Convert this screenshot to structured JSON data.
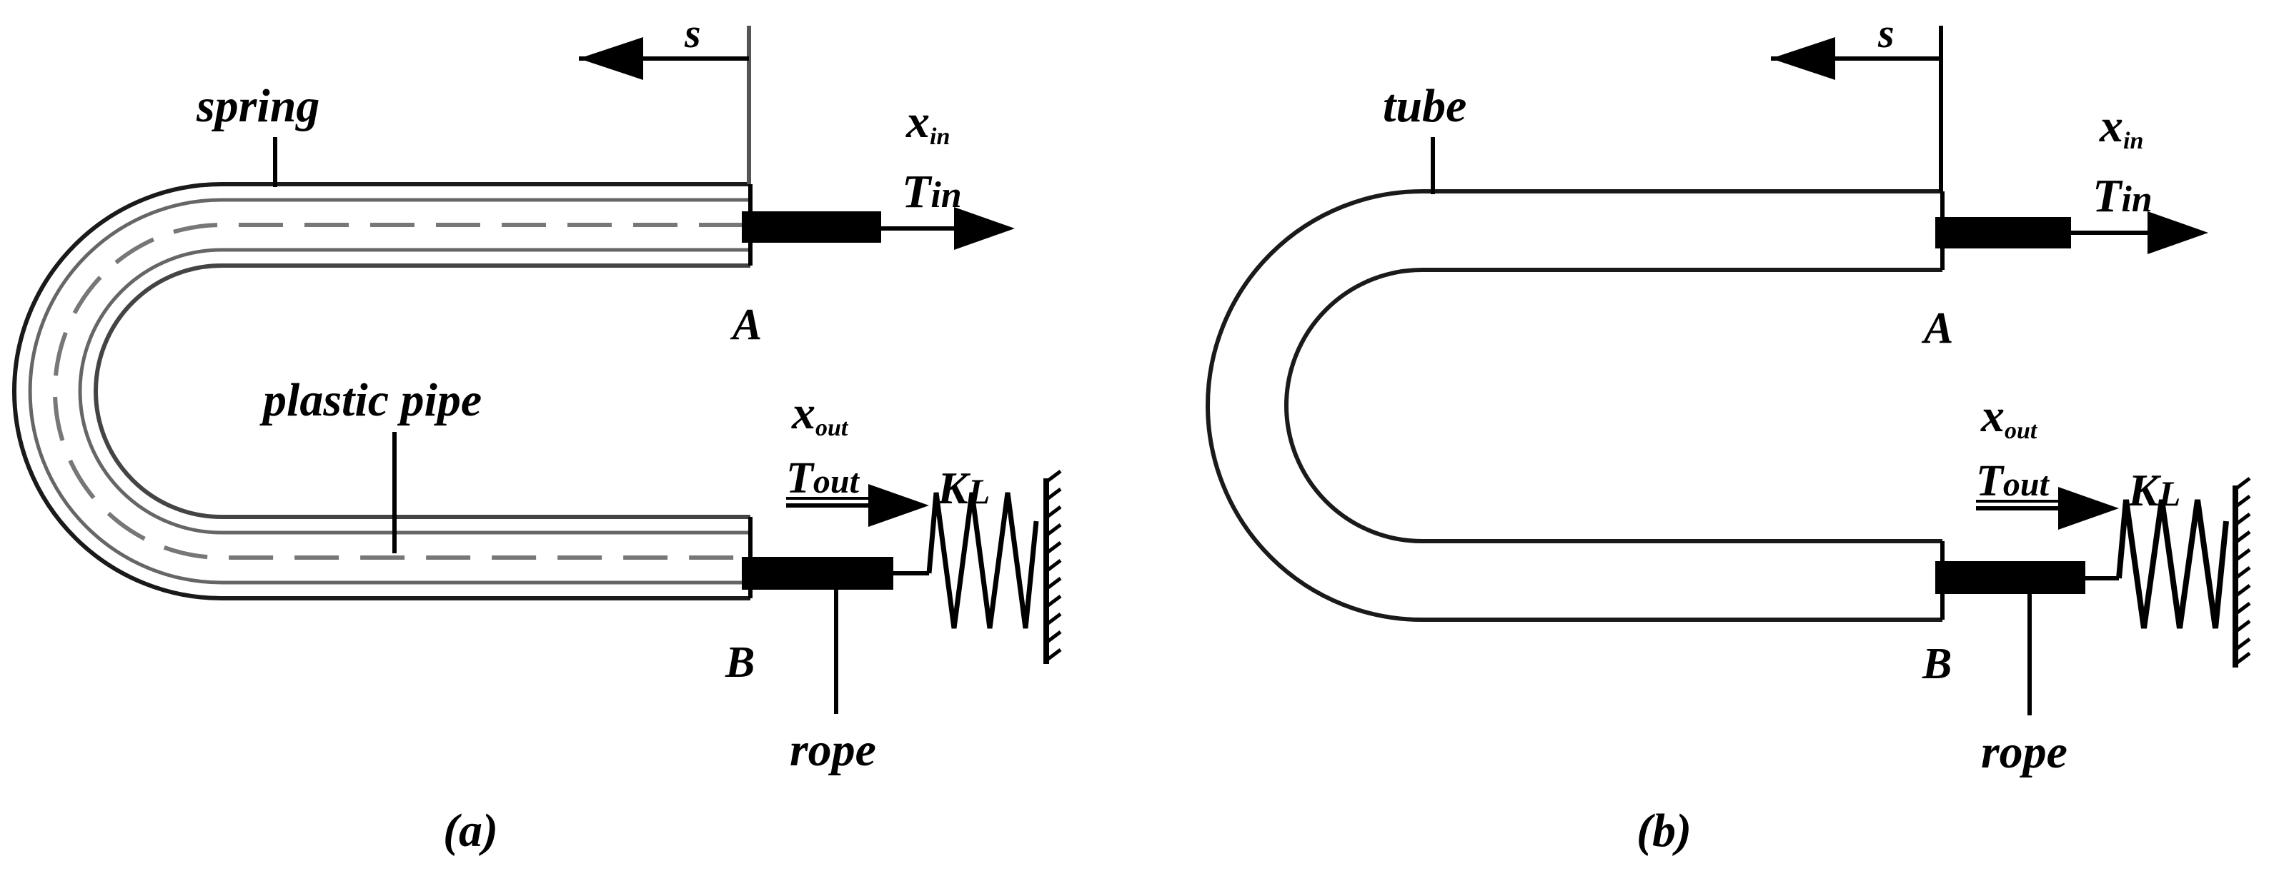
{
  "panel_a": {
    "caption": "(a)",
    "spring_label": "spring",
    "pipe_label": "plastic pipe",
    "s_label": "s",
    "xin_label": "x",
    "xin_sub": "in",
    "tin_label": "T",
    "tin_sub": "in",
    "a_label": "A",
    "b_label": "B",
    "xout_label": "x",
    "xout_sub": "out",
    "tout_label": "T",
    "tout_sub": "out",
    "kl_label": "K",
    "kl_sub": "L",
    "rope_label": "rope"
  },
  "panel_b": {
    "caption": "(b)",
    "tube_label": "tube",
    "s_label": "s",
    "xin_label": "x",
    "xin_sub": "in",
    "tin_label": "T",
    "tin_sub": "in",
    "a_label": "A",
    "b_label": "B",
    "xout_label": "x",
    "xout_sub": "out",
    "tout_label": "T",
    "tout_sub": "out",
    "kl_label": "K",
    "kl_sub": "L",
    "rope_label": "rope"
  }
}
